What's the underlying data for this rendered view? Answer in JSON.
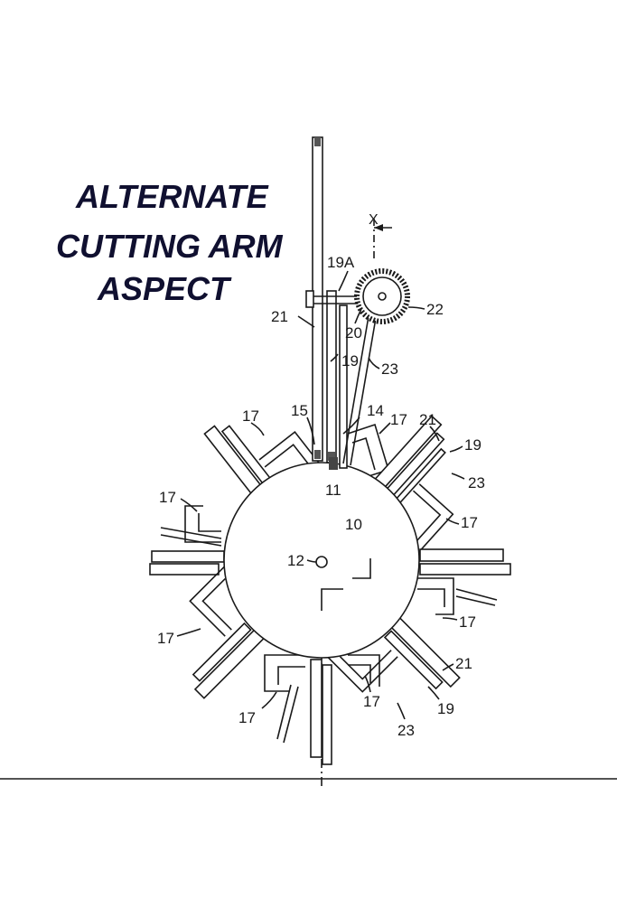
{
  "handwritten_note": {
    "lines": [
      "ALTERNATE",
      "CUTTING ARM",
      "ASPECT"
    ]
  },
  "labels": {
    "x_marker": "X",
    "l19a": "19A",
    "l21_top": "21",
    "l20": "20",
    "l22": "22",
    "l19_top": "19",
    "l23_top": "23",
    "l15": "15",
    "l14": "14",
    "l17_tl": "17",
    "l17_tc": "17",
    "l21_r": "21",
    "l19_r": "19",
    "l23_r": "23",
    "l11": "11",
    "l17_l": "17",
    "l17_r": "17",
    "l10": "10",
    "l12": "12",
    "l17_bl": "17",
    "l17_br": "17",
    "l17_b": "17",
    "l17_bc": "17",
    "l21_br": "21",
    "l19_br": "19",
    "l23_b": "23"
  }
}
